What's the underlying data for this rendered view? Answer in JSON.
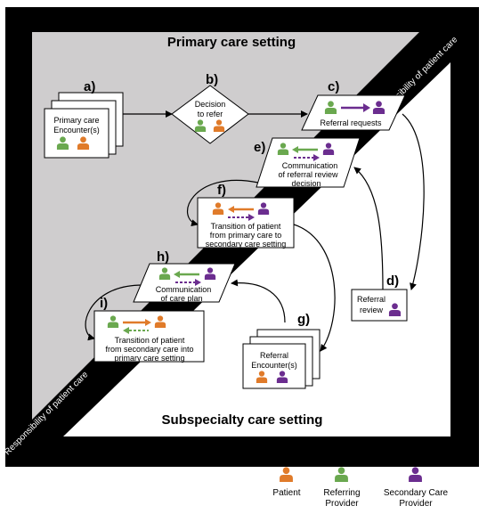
{
  "regions": {
    "top_title": "Primary care setting",
    "bottom_title": "Subspecialty care setting",
    "band_label_upper": "Responsibility of patient care",
    "band_label_lower": "Responsibility of patient care"
  },
  "steps": {
    "a": {
      "letter": "a)",
      "line1": "Primary care",
      "line2": "Encounter(s)"
    },
    "b": {
      "letter": "b)",
      "line1": "Decision",
      "line2": "to refer"
    },
    "c": {
      "letter": "c)",
      "line1": "Referral requests"
    },
    "d": {
      "letter": "d)",
      "line1": "Referral",
      "line2": "review"
    },
    "e": {
      "letter": "e)",
      "line1": "Communication",
      "line2": "of referral review",
      "line3": "decision"
    },
    "f": {
      "letter": "f)",
      "line1": "Transition of patient",
      "line2": "from primary care to",
      "line3": "secondary care setting"
    },
    "g": {
      "letter": "g)",
      "line1": "Referral",
      "line2": "Encounter(s)"
    },
    "h": {
      "letter": "h)",
      "line1": "Communication",
      "line2": "of care plan"
    },
    "i": {
      "letter": "i)",
      "line1": "Transition of patient",
      "line2": "from secondary care into",
      "line3": "primary care setting"
    }
  },
  "legend": {
    "patient": {
      "line1": "Patient",
      "color": "#e07b2a"
    },
    "referring": {
      "line1": "Referring",
      "line2": "Provider",
      "color": "#6aa84f"
    },
    "secondary": {
      "line1": "Secondary Care",
      "line2": "Provider",
      "color": "#6b2d8f"
    }
  },
  "icons": [
    "person-icon"
  ]
}
